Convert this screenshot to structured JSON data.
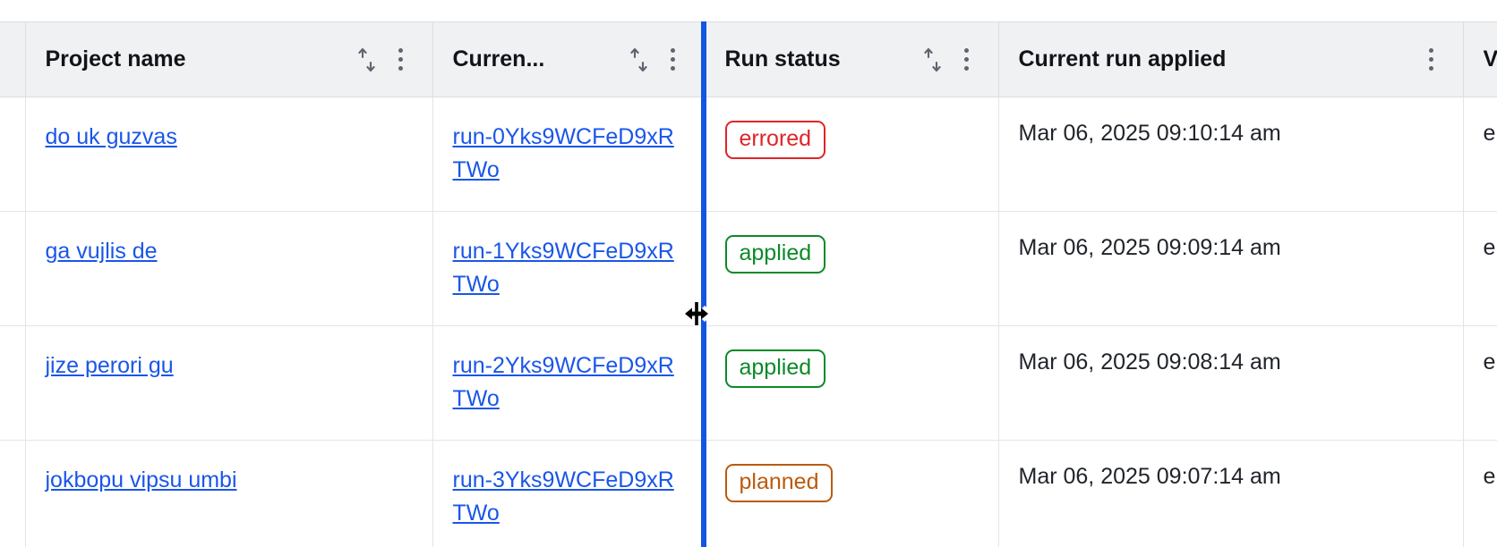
{
  "table": {
    "columns": [
      {
        "key": "selector",
        "label": "",
        "has_sort": false,
        "has_menu": false
      },
      {
        "key": "project_name",
        "label": "Project name",
        "has_sort": true,
        "has_menu": true
      },
      {
        "key": "current_run",
        "label": "Curren...",
        "has_sort": true,
        "has_menu": true
      },
      {
        "key": "run_status",
        "label": "Run status",
        "has_sort": true,
        "has_menu": true
      },
      {
        "key": "current_run_applied",
        "label": "Current run applied",
        "has_sort": false,
        "has_menu": true
      },
      {
        "key": "extra",
        "label": "V",
        "has_sort": false,
        "has_menu": false
      }
    ],
    "rows": [
      {
        "project_name": "do uk guzvas",
        "current_run": "run-0Yks9WCFeD9xRTWo",
        "run_status": "errored",
        "current_run_applied": "Mar 06, 2025 09:10:14 am",
        "extra": "e"
      },
      {
        "project_name": "ga vujlis de",
        "current_run": "run-1Yks9WCFeD9xRTWo",
        "run_status": "applied",
        "current_run_applied": "Mar 06, 2025 09:09:14 am",
        "extra": "e"
      },
      {
        "project_name": "jize perori gu",
        "current_run": "run-2Yks9WCFeD9xRTWo",
        "run_status": "applied",
        "current_run_applied": "Mar 06, 2025 09:08:14 am",
        "extra": "e"
      },
      {
        "project_name": "jokbopu vipsu umbi",
        "current_run": "run-3Yks9WCFeD9xRTWo",
        "run_status": "planned",
        "current_run_applied": "Mar 06, 2025 09:07:14 am",
        "extra": "e"
      }
    ]
  },
  "icons": {
    "sort": "sort-arrows-icon",
    "menu": "kebab-menu-icon",
    "resize": "column-resize-cursor-icon"
  },
  "interaction": {
    "resizing_column": "current_run",
    "resize_line_color": "#1256e0"
  },
  "colors": {
    "link": "#1a56e8",
    "errored": "#e02427",
    "applied": "#0a8a28",
    "planned": "#bc5a0a",
    "header_bg": "#f0f1f3",
    "border": "#e2e4e7"
  }
}
